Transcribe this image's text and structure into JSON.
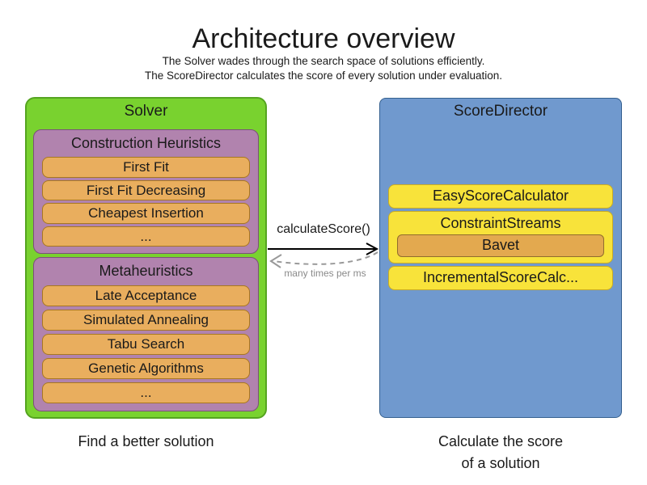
{
  "title": "Architecture overview",
  "subtitle1": "The Solver wades through the search space of solutions efficiently.",
  "subtitle2": "The ScoreDirector calculates the score of every solution under evaluation.",
  "solver": {
    "label": "Solver",
    "caption": "Find a better solution",
    "construction": {
      "label": "Construction Heuristics",
      "items": [
        "First Fit",
        "First Fit Decreasing",
        "Cheapest Insertion",
        "..."
      ]
    },
    "metaheuristics": {
      "label": "Metaheuristics",
      "items": [
        "Late Acceptance",
        "Simulated Annealing",
        "Tabu Search",
        "Genetic Algorithms",
        "..."
      ]
    }
  },
  "scoredirector": {
    "label": "ScoreDirector",
    "caption_line1": "Calculate the score",
    "caption_line2": "of a solution",
    "calculators": {
      "easy": "EasyScoreCalculator",
      "constraint_streams": "ConstraintStreams",
      "bavet": "Bavet",
      "incremental": "IncrementalScoreCalc..."
    }
  },
  "arrow": {
    "call_label": "calculateScore()",
    "frequency_label": "many times per ms"
  },
  "colors": {
    "page_bg": "#ffffff",
    "text": "#1a1a1a",
    "muted_text": "#8a8a8a",
    "solver_fill": "#79d22f",
    "solver_border": "#55a420",
    "group_fill": "#b183ae",
    "group_border": "#7c4f7c",
    "algorithm_fill": "#e9ae5e",
    "algorithm_border": "#a87820",
    "scoredirector_fill": "#7099ce",
    "scoredirector_border": "#35608f",
    "calculator_fill": "#f8e33a",
    "calculator_border": "#c7ab25",
    "bavet_fill": "#e3a94f",
    "bavet_border": "#916d2c",
    "arrow": "#000000",
    "dashed_arrow": "#999999"
  }
}
